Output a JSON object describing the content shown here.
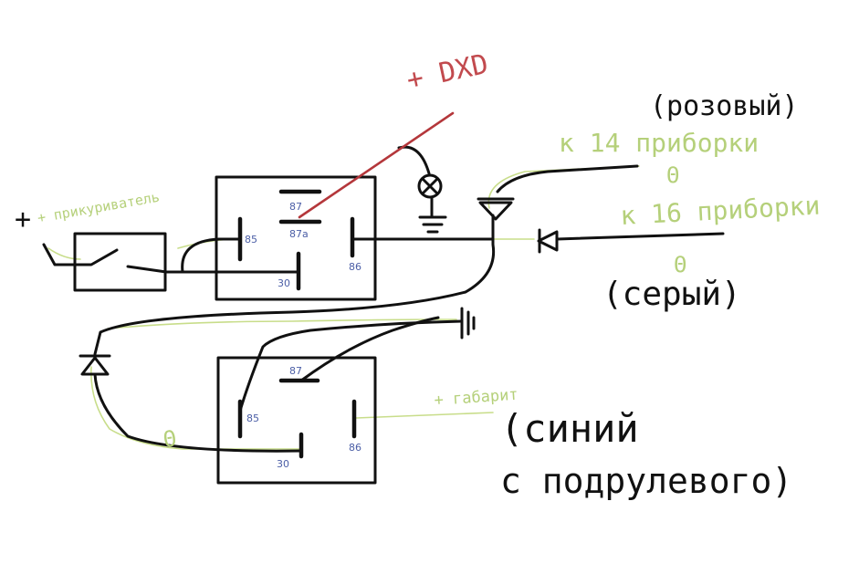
{
  "labels": {
    "dxd": "+ DXD",
    "cigarette_lighter": "+ прикуриватель",
    "pink_wire": "(розовый)",
    "to_14": "к 14 приборки",
    "minus_14": "Θ",
    "to_16": "к 16 приборки",
    "minus_16": "Θ",
    "grey_wire": "(серый)",
    "parking_light": "+ габарит",
    "blue_line1": "(синий",
    "blue_line2": "с подрулевого)",
    "minus_lower": "Θ"
  },
  "relay_top": {
    "pin_87": "87",
    "pin_87a": "87a",
    "pin_85": "85",
    "pin_86": "86",
    "pin_30": "30"
  },
  "relay_bottom": {
    "pin_87": "87",
    "pin_85": "85",
    "pin_86": "86",
    "pin_30": "30"
  },
  "colors": {
    "ink": "#111111",
    "wire_green": "#c8dd8a",
    "text_green": "#b5d07a",
    "red_wire": "#b4373b",
    "pin_label": "#4b5ea6"
  },
  "icons": [
    "lamp-icon",
    "ground-icon",
    "diode-icon",
    "switch-icon",
    "relay-icon"
  ]
}
